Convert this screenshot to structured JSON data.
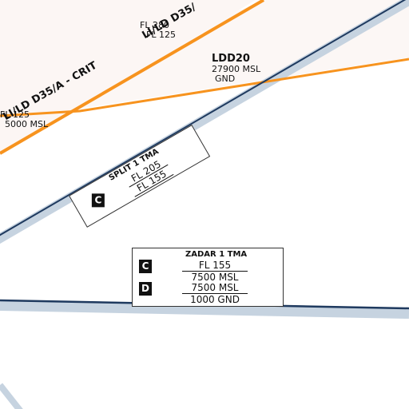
{
  "map": {
    "colors": {
      "background": "#ffffff",
      "restricted_fill": "#fcf6f4",
      "restricted_border": "#f7931e",
      "tma_border": "#1f3a5f",
      "tma_halo": "#c6d3e0"
    },
    "restricted_zones": [
      {
        "name": "LI/LD D35/",
        "upper": "FL 280",
        "lower": "FL 125"
      },
      {
        "name": "LI/LD D35/A - CRIT",
        "upper": "FL 125",
        "lower": "5000 MSL"
      },
      {
        "name": "LDD20",
        "upper": "27900 MSL",
        "lower": "GND"
      }
    ],
    "split_tma": {
      "name": "SPLIT 1 TMA",
      "class": "C",
      "upper": "FL 205",
      "lower": "FL 155"
    },
    "zadar_tma": {
      "name": "ZADAR 1 TMA",
      "rows": [
        {
          "class": "C",
          "upper": "FL 155",
          "lower": "7500 MSL"
        },
        {
          "class": "D",
          "upper": "7500 MSL",
          "lower": "1000 GND"
        }
      ]
    }
  }
}
